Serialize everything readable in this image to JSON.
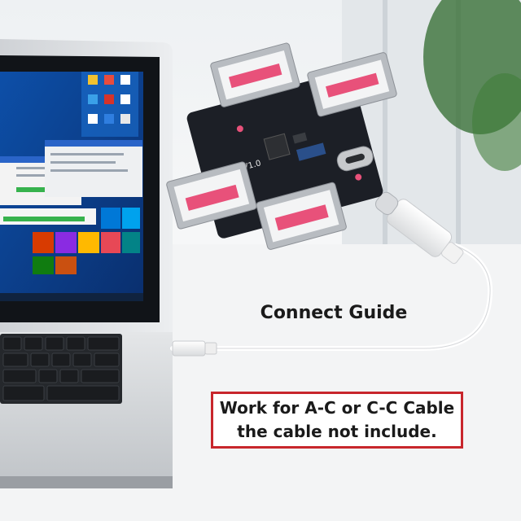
{
  "captions": {
    "connect_guide": "Connect Guide",
    "note_line1": "Work for A-C or C-C Cable",
    "note_line2": "the cable not include."
  },
  "pcb": {
    "silkscreen": "V1.0"
  },
  "colors": {
    "note_border": "#c8262c",
    "pcb": "#1c1f26",
    "usb_tongue": "#e8517a",
    "laptop_body": "#d6d8db",
    "cable": "#f4f4f4"
  }
}
